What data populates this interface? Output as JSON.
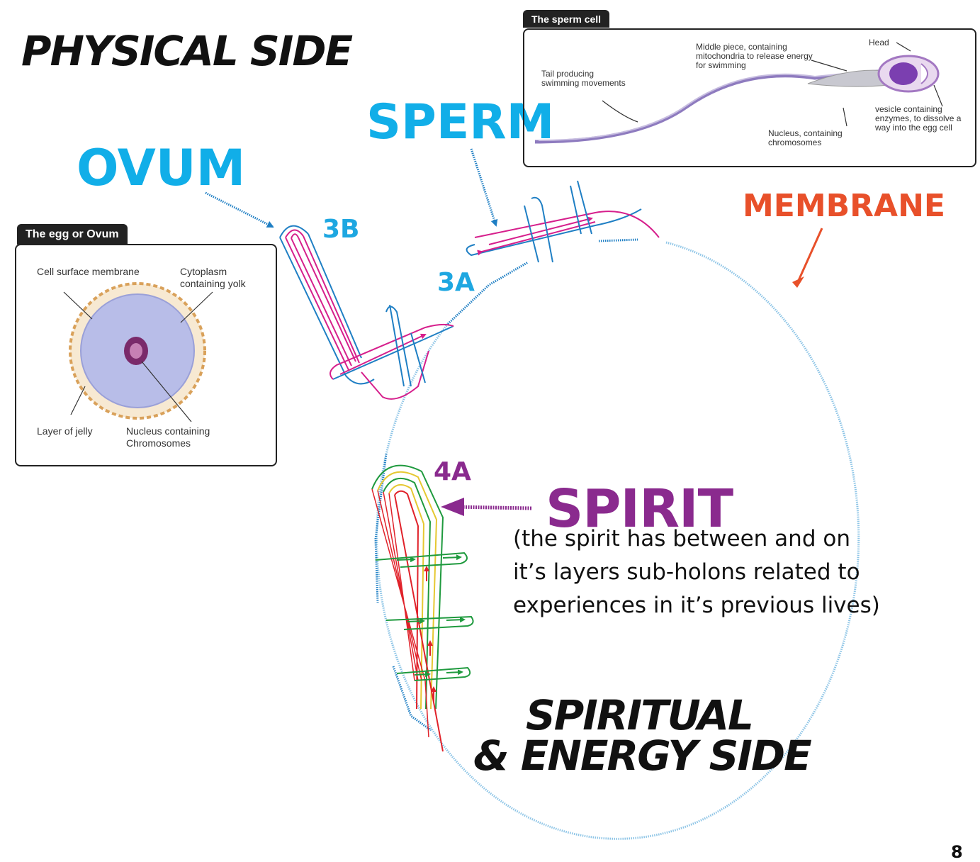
{
  "headings": {
    "physical_side": "PHYSICAL SIDE",
    "spiritual_line1": "SPIRITUAL",
    "spiritual_line2": "& ENERGY SIDE"
  },
  "labels": {
    "ovum": "OVUM",
    "sperm": "SPERM",
    "membrane": "MEMBRANE",
    "spirit": "SPIRIT",
    "spirit_note_1": "(the spirit has between and on",
    "spirit_note_2": "it’s layers sub-holons related to",
    "spirit_note_3": "experiences in it’s previous lives)",
    "code_3a": "3A",
    "code_3b": "3B",
    "code_4a": "4A",
    "page_number": "8"
  },
  "sperm_panel": {
    "title": "The sperm cell",
    "middle_piece": "Middle piece, containing mitochondria to release energy for swimming",
    "head": "Head",
    "tail": "Tail producing swimming movements",
    "vesicle": "vesicle containing enzymes, to dissolve a way into the egg cell",
    "nucleus": "Nucleus, containing chromosomes"
  },
  "ovum_panel": {
    "title": "The egg or Ovum",
    "membrane": "Cell surface membrane",
    "cytoplasm": "Cytoplasm containing yolk",
    "jelly": "Layer of jelly",
    "nucleus": "Nucleus containing Chromosomes"
  },
  "colors": {
    "blue_label": "#11aee8",
    "arrow_blue": "#1f7fc4",
    "membrane_red": "#e8502a",
    "spirit_purple": "#8a2a8e",
    "strand_magenta": "#d61f8c",
    "strand_green": "#1f9a3e",
    "strand_red": "#e0222a",
    "strand_yellow": "#e6c832",
    "membrane_blue": "#8cc4e6"
  }
}
